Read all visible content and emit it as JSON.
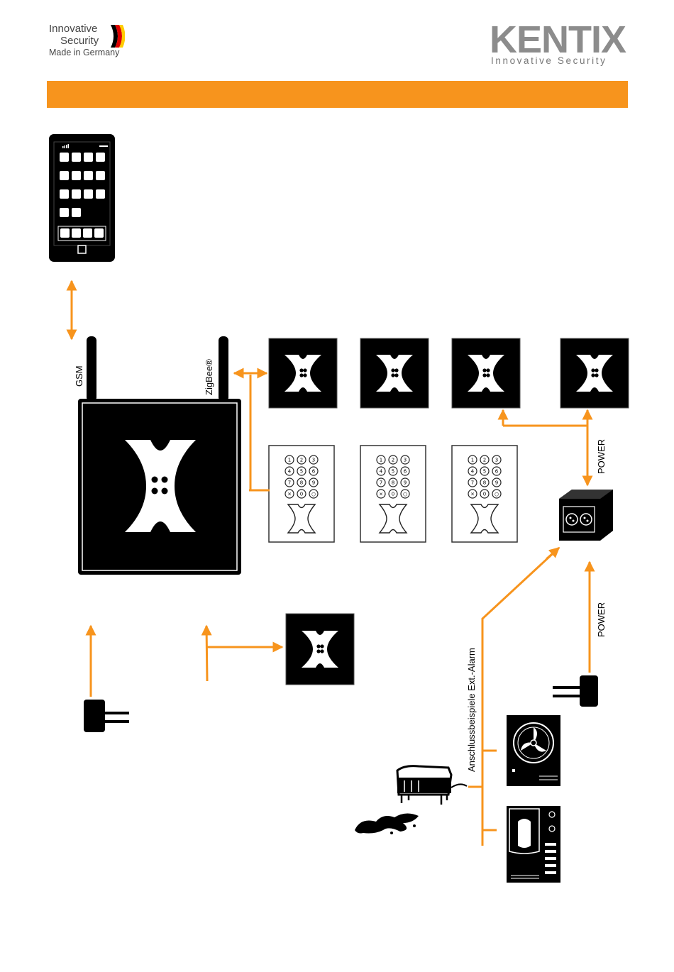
{
  "header": {
    "badge": {
      "line1": "Innovative",
      "line2": "Security",
      "line3": "Made in Germany"
    },
    "brand": {
      "logo_text": "KENTIX",
      "tagline": "Innovative Security"
    }
  },
  "colors": {
    "accent": "#f7941d",
    "device": "#000000",
    "logo_gray": "#8c8c8c"
  },
  "diagram": {
    "labels": {
      "gsm": "GSM",
      "zigbee": "ZigBee®",
      "power_top": "POWER",
      "power_bottom": "POWER",
      "ext_alarm": "Anschlussbeispiele Ext.-Alarm"
    },
    "keypad_keys": [
      "1",
      "2",
      "3",
      "4",
      "5",
      "6",
      "7",
      "8",
      "9",
      "×",
      "0",
      "○"
    ]
  }
}
